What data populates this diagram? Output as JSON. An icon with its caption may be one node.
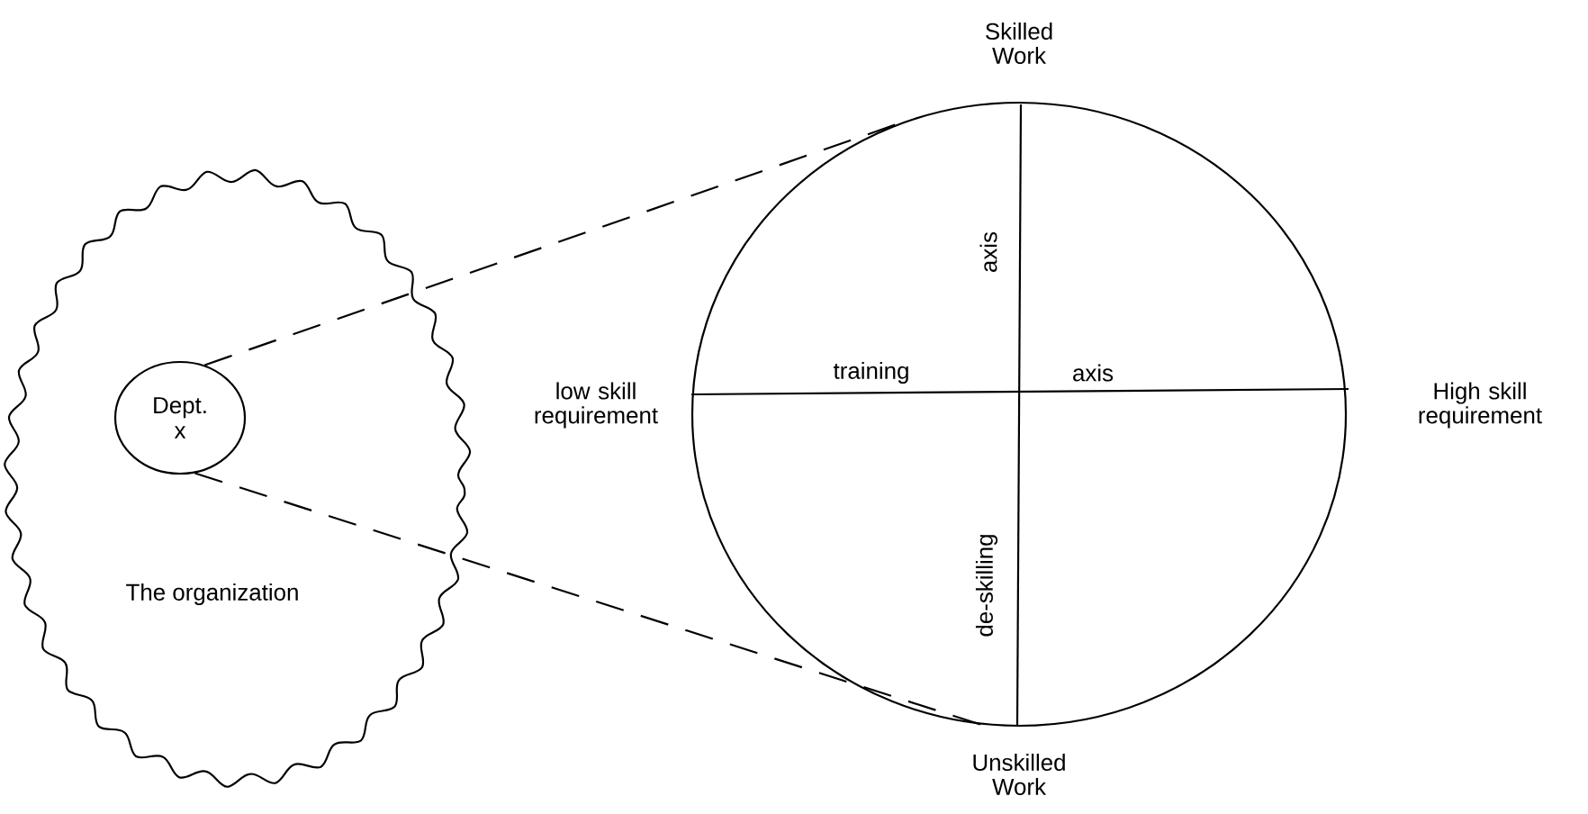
{
  "diagram": {
    "nodes": [
      {
        "text": [
          "The organization"
        ]
      },
      {
        "text": [
          "Dept. x"
        ],
        "in": 0
      },
      {
        "text": [],
        "shape": "circle"
      }
    ],
    "edges": [
      {
        "from": 1,
        "to": 2,
        "arrow": "none",
        "style": "dashed"
      },
      {
        "from": 1,
        "to": 2,
        "arrow": "none",
        "style": "dashed"
      }
    ],
    "labels": [
      "Skilled Work",
      "axis",
      "low skill requirement",
      "training",
      "axis",
      "High skill requirement",
      "de-skilling",
      "Unskilled Work"
    ]
  }
}
